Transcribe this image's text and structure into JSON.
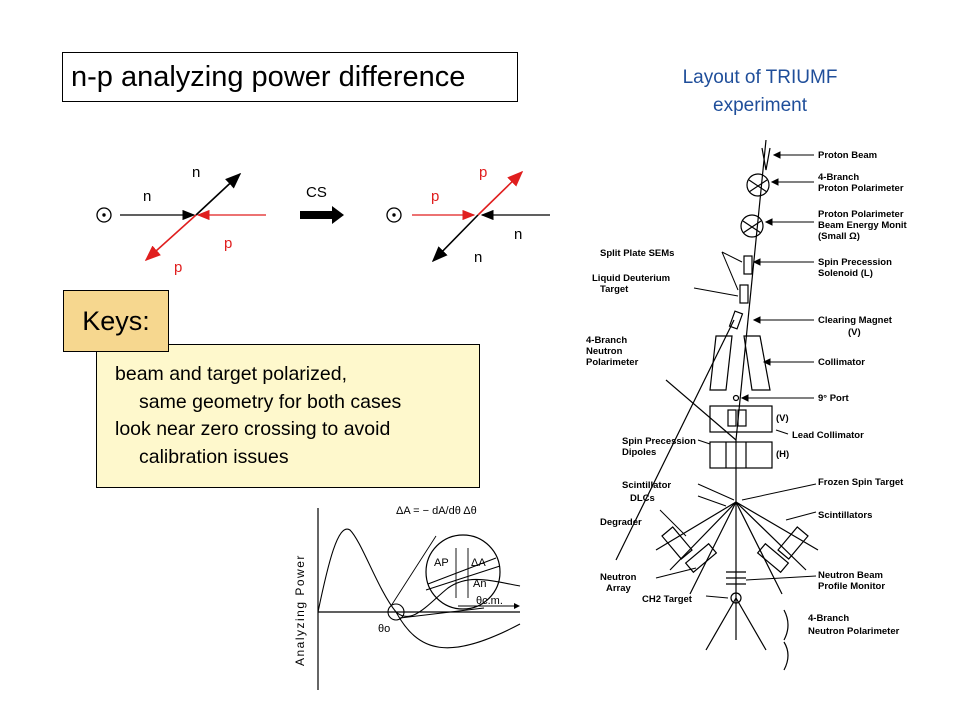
{
  "title": "n-p analyzing power difference",
  "layout_caption": [
    "Layout of TRIUMF",
    "experiment"
  ],
  "keys_label": "Keys:",
  "notes": [
    "beam and target polarized,",
    "same geometry for both cases",
    "look near zero crossing to avoid",
    "calibration issues"
  ],
  "cs_diagram": {
    "left": {
      "n_out": "n",
      "n_in": "n",
      "p_in": "p",
      "p_out": "p"
    },
    "arrow_label": "CS",
    "right": {
      "p_out": "p",
      "p_in": "p",
      "n_in": "n",
      "n_out": "n"
    }
  },
  "plot": {
    "ylabel": "Analyzing Power",
    "equation": "ΔA = − dA/dθ Δθ",
    "theta0": "θo",
    "theta_axis": "θc.m.",
    "inset": {
      "ap": "AP",
      "delta_a": "ΔA",
      "an": "An"
    }
  },
  "triumf_labels": {
    "proton_beam": "Proton Beam",
    "branch4_proton_pol": "4-Branch",
    "branch4_proton_pol2": "Proton Polarimeter",
    "proton_pol2": "Proton Polarimeter",
    "beam_energy": "Beam Energy Monit",
    "small_omega": "(Small Ω)",
    "split_plate": "Split Plate SEMs",
    "spin_prec_sol": "Spin Precession",
    "solenoid": "Solenoid (L)",
    "liquid_deut": "Liquid Deuterium",
    "target": "Target",
    "clearing_magnet": "Clearing Magnet",
    "v": "(V)",
    "branch4_neutron": "4-Branch",
    "neutron": "Neutron",
    "polarimeter": "Polarimeter",
    "collimator": "Collimator",
    "port": "9° Port",
    "v2": "(V)",
    "spin_prec_dip": "Spin Precession",
    "dipoles": "Dipoles",
    "lead_coll": "Lead Collimator",
    "h": "(H)",
    "scintillator": "Scintillator",
    "dlcs": "DLCs",
    "frozen_spin": "Frozen Spin Target",
    "degrader": "Degrader",
    "scintillators": "Scintillators",
    "neutron_arr": "Neutron",
    "array": "Array",
    "ch2": "CH2 Target",
    "nb_profile": "Neutron Beam",
    "profile_monitor": "Profile Monitor",
    "branch4_np": "4-Branch",
    "np_pol": "Neutron Polarimeter"
  }
}
